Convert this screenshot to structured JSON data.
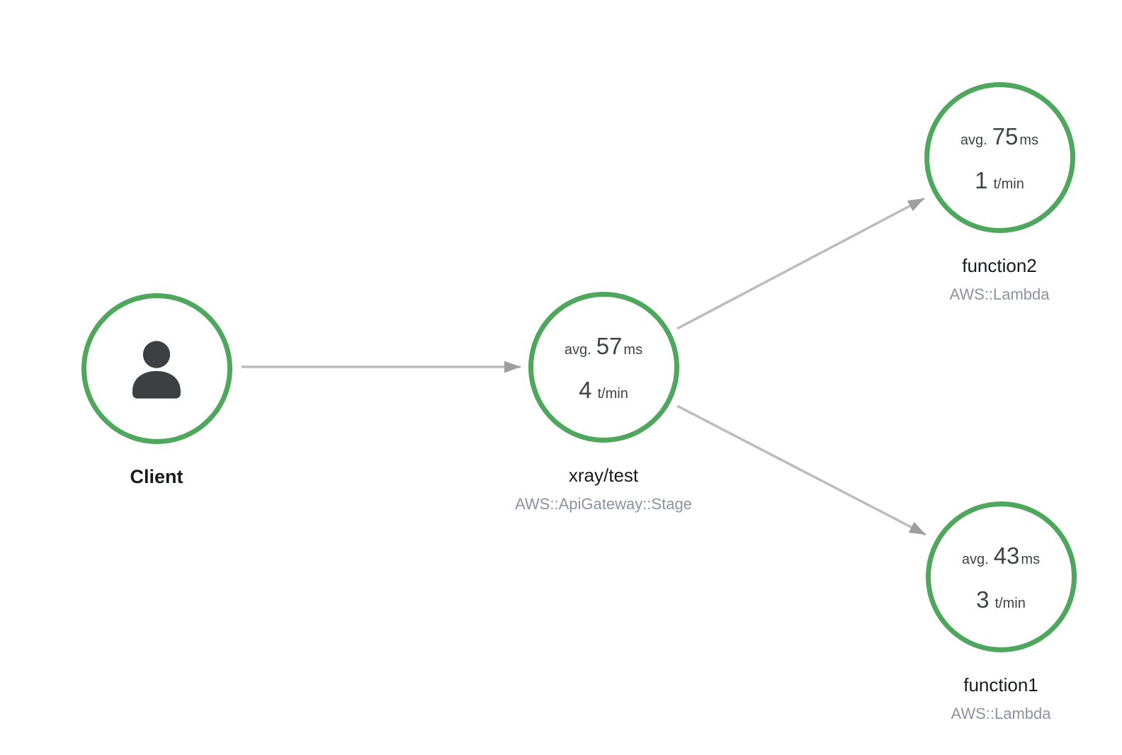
{
  "colors": {
    "node_border": "#4fa75d",
    "edge_line": "#bcbcbc",
    "edge_arrowhead": "#9e9e9e",
    "node_label": "#17191c",
    "node_subtitle": "#8c92a6",
    "metric_text": "#3f4348",
    "person_icon": "#3d4043",
    "background": "#ffffff"
  },
  "nodes": [
    {
      "id": "client",
      "label": "Client",
      "icon": "person-icon"
    },
    {
      "id": "xray-test",
      "label": "xray/test",
      "subtitle": "AWS::ApiGateway::Stage",
      "metrics": {
        "avg_prefix": "avg.",
        "avg_value": "57",
        "avg_unit": "ms",
        "rate_value": "4",
        "rate_unit": "t/min"
      }
    },
    {
      "id": "function2",
      "label": "function2",
      "subtitle": "AWS::Lambda",
      "metrics": {
        "avg_prefix": "avg.",
        "avg_value": "75",
        "avg_unit": "ms",
        "rate_value": "1",
        "rate_unit": "t/min"
      }
    },
    {
      "id": "function1",
      "label": "function1",
      "subtitle": "AWS::Lambda",
      "metrics": {
        "avg_prefix": "avg.",
        "avg_value": "43",
        "avg_unit": "ms",
        "rate_value": "3",
        "rate_unit": "t/min"
      }
    }
  ],
  "edges": [
    {
      "from": "client",
      "to": "xray-test"
    },
    {
      "from": "xray-test",
      "to": "function2"
    },
    {
      "from": "xray-test",
      "to": "function1"
    }
  ]
}
